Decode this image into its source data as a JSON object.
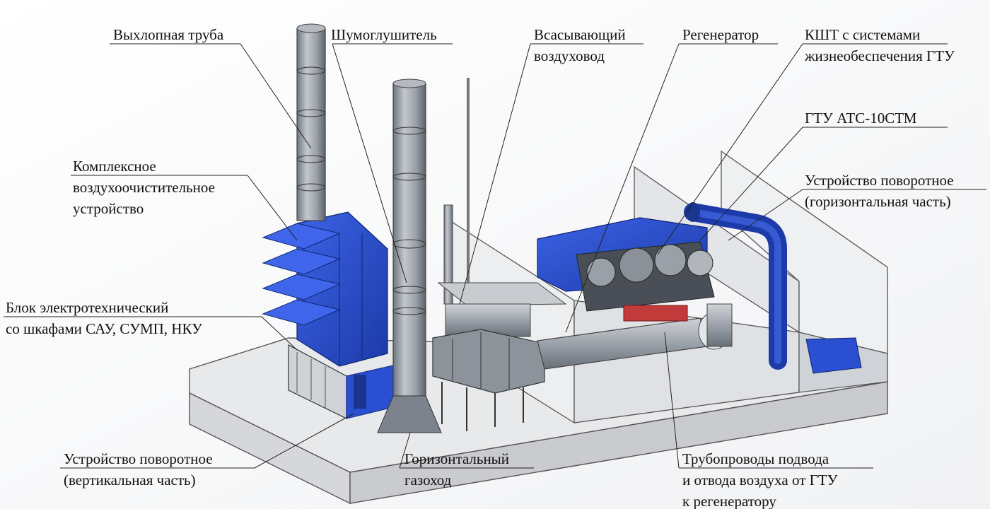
{
  "labels": {
    "exhaust_pipe": {
      "lines": [
        "Выхлопная труба"
      ]
    },
    "silencer": {
      "lines": [
        "Шумоглушитель"
      ]
    },
    "suction_duct": {
      "lines": [
        "Всасывающий",
        "воздуховод"
      ]
    },
    "regenerator": {
      "lines": [
        "Регенератор"
      ]
    },
    "ksht": {
      "lines": [
        "КШТ с системами",
        "жизнеобеспечения ГТУ"
      ]
    },
    "gtu": {
      "lines": [
        "ГТУ АТС-10СТМ"
      ]
    },
    "rotary_horizontal": {
      "lines": [
        "Устройство поворотное",
        "(горизонтальная часть)"
      ]
    },
    "air_cleaner": {
      "lines": [
        "Комплексное",
        "воздухоочистительное",
        "устройство"
      ]
    },
    "electrical_block": {
      "lines": [
        "Блок электротехнический",
        "со шкафами САУ, СУМП, НКУ"
      ]
    },
    "rotary_vertical": {
      "lines": [
        "Устройство поворотное",
        "(вертикальная часть)"
      ]
    },
    "horizontal_flue": {
      "lines": [
        "Горизонтальный",
        "газоход"
      ]
    },
    "air_pipelines": {
      "lines": [
        "Трубопроводы подвода",
        "и отвода воздуха от ГТУ",
        "к регенератору"
      ]
    }
  },
  "colors": {
    "steel": "#a9aeb6",
    "steel_dark": "#7e848d",
    "blue": "#2a4fd0",
    "blue_dark": "#1a3590",
    "slab": "#e6e7e9",
    "leader": "#222222"
  }
}
